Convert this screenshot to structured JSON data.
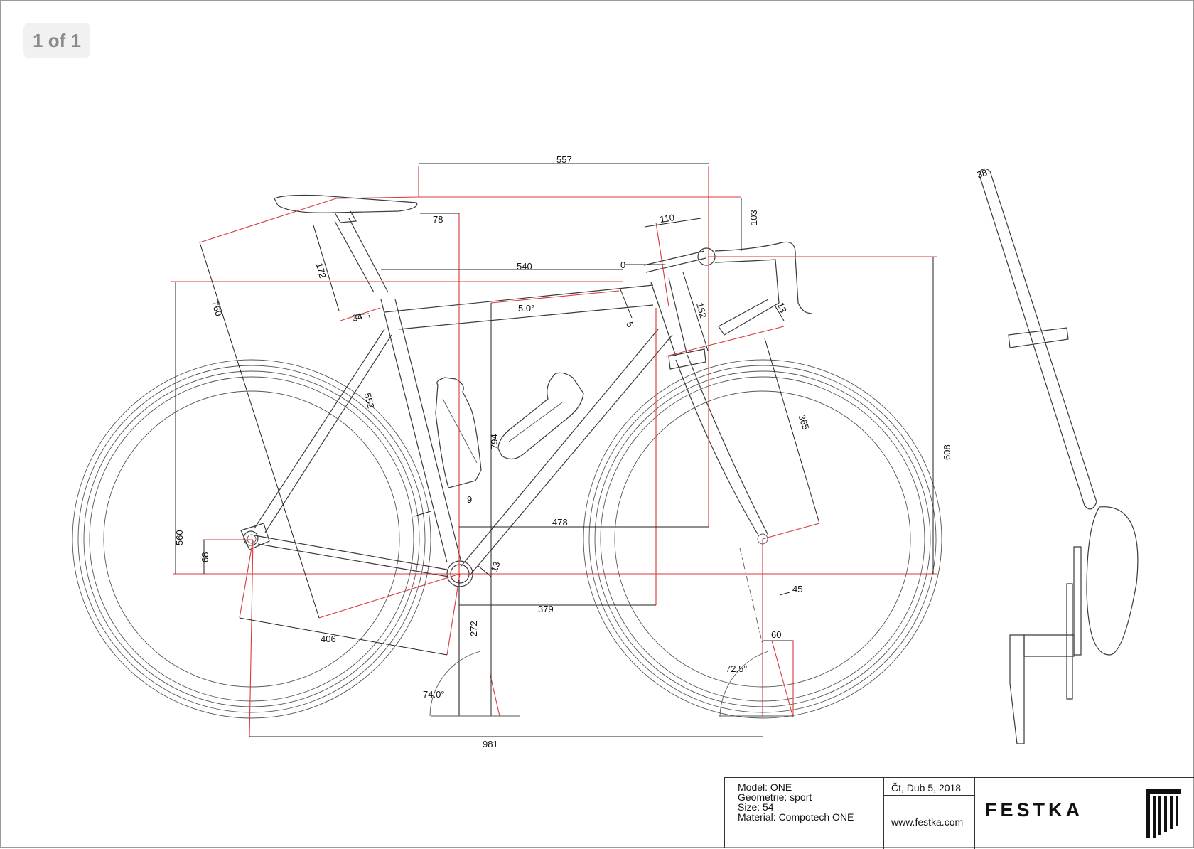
{
  "viewer": {
    "page_indicator": "1 of 1"
  },
  "title_block": {
    "model": "Model: ONE",
    "geometry": "Geometrie: sport",
    "size": "Size: 54",
    "material": "Material: Compotech ONE",
    "date": "Čt, Dub 5, 2018",
    "website": "www.festka.com",
    "brand": "FESTKA"
  },
  "dimensions": {
    "effective_top_tube": "557",
    "saddle_setback": "78",
    "stem_length": "110",
    "stack_to_saddle": "103",
    "seatpost_exposed": "172",
    "top_tube": "540",
    "spacer": "0",
    "top_tube_angle": "5.0°",
    "top_tube_offset": "5",
    "head_tube": "152",
    "bar_offset": "13",
    "saddle_height": "760",
    "seat_tube_offset": "34",
    "seat_tube": "552",
    "fork_length": "365",
    "stack": "608",
    "tire_clearance": "9",
    "reach": "478",
    "bb_height_ref": "794",
    "rear_center_height": "560",
    "bb_drop": "68",
    "bb_offset": "13",
    "front_center_ref": "379",
    "fork_offset": "45",
    "chainstay": "406",
    "bb_to_ground": "272",
    "trail": "60",
    "head_angle": "72.5°",
    "seat_angle": "74.0°",
    "wheelbase": "981",
    "handlebar_width": "38"
  }
}
